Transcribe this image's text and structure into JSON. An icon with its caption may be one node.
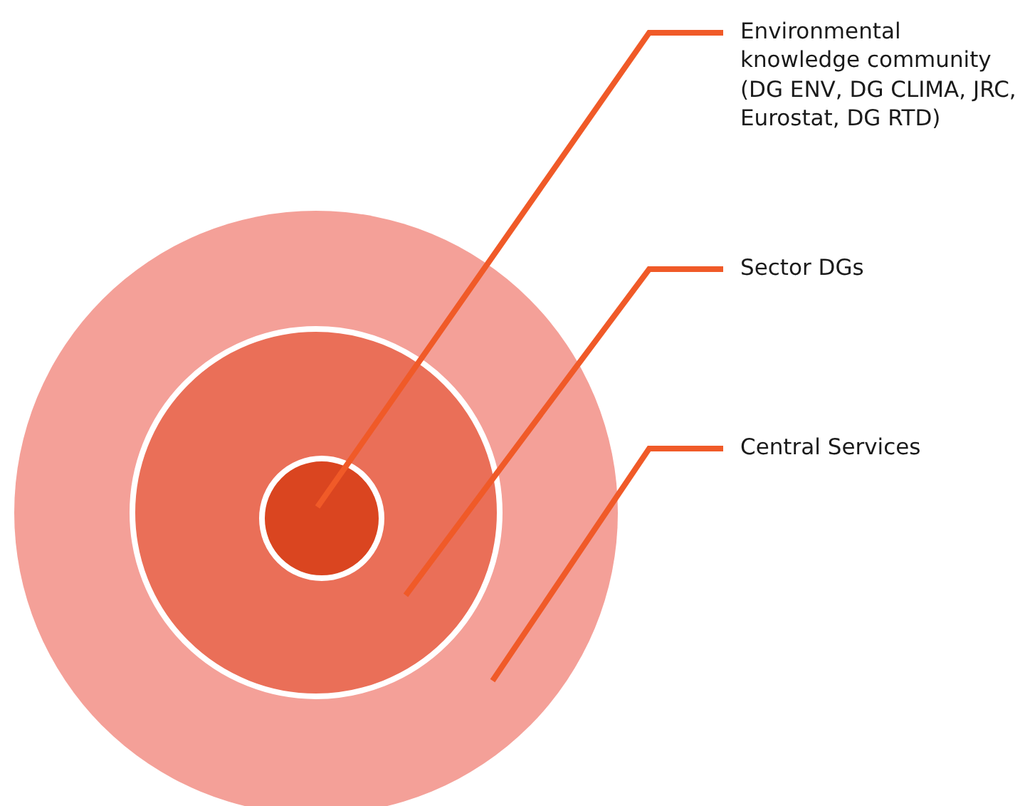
{
  "diagram": {
    "nodes": [
      {
        "text": [],
        "shape": "circle"
      },
      {
        "text": [],
        "shape": "circle",
        "in": 0
      },
      {
        "text": [],
        "shape": "circle",
        "in": 1
      },
      {
        "text": [
          "Environmental knowledge community (DG ENV, DG CLIMA, JRC, Eurostat, DG RTD)"
        ]
      },
      {
        "text": [
          "Sector DGs"
        ]
      },
      {
        "text": [
          "Central Services"
        ]
      }
    ],
    "edges": [
      {
        "from": 3,
        "to": 2,
        "arrow": "none"
      },
      {
        "from": 4,
        "to": 1,
        "arrow": "none"
      },
      {
        "from": 5,
        "to": 0,
        "arrow": "none"
      }
    ]
  }
}
